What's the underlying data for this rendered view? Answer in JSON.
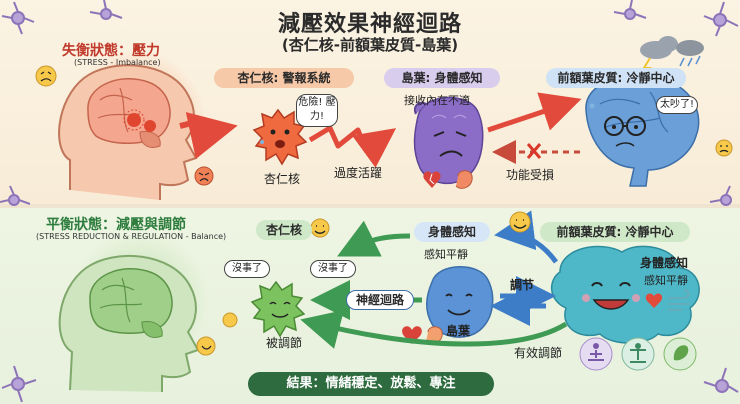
{
  "title": "減壓效果神經迴路",
  "subtitle": "(杏仁核-前額葉皮質-島葉)",
  "top": {
    "state_title": "失衡狀態：壓力",
    "state_sub": "(STRESS - Imbalance)",
    "amygdala_pill": "杏仁核: 警報系統",
    "insula_pill": "島葉: 身體感知",
    "pfc_pill": "前額葉皮質: 冷靜中心",
    "bubble_danger": "危險! 壓力!",
    "bubble_noisy": "太吵了!",
    "amygdala_label": "杏仁核",
    "overactive_label": "過度活躍",
    "insula_sub": "接收內在不適",
    "impaired_label": "功能受損"
  },
  "bottom": {
    "state_title": "平衡狀態：減壓與調節",
    "state_sub": "(STRESS REDUCTION & REGULATION - Balance)",
    "amygdala_pill": "杏仁核",
    "body_pill": "身體感知",
    "pfc_pill": "前額葉皮質: 冷靜中心",
    "body_calm": "感知平靜",
    "bubble_ok1": "沒事了",
    "bubble_ok2": "沒事了",
    "circuit_label": "神經迴路",
    "regulate_label": "調节",
    "pfc_body_label": "身體感知",
    "pfc_calm_label": "感知平靜",
    "regulated_label": "被調節",
    "insula_label": "島葉",
    "effective_label": "有效調節",
    "result": "結果：情緒穩定、放鬆、專注"
  },
  "colors": {
    "accent_red": "#e24b3b",
    "accent_green": "#3f9a53",
    "pill_orange": "#f6c9a8",
    "pill_purple": "#d9cdee",
    "pill_blue": "#cfe2f6",
    "pill_green": "#cfe8c8",
    "result_bg": "#2e6b3e"
  }
}
